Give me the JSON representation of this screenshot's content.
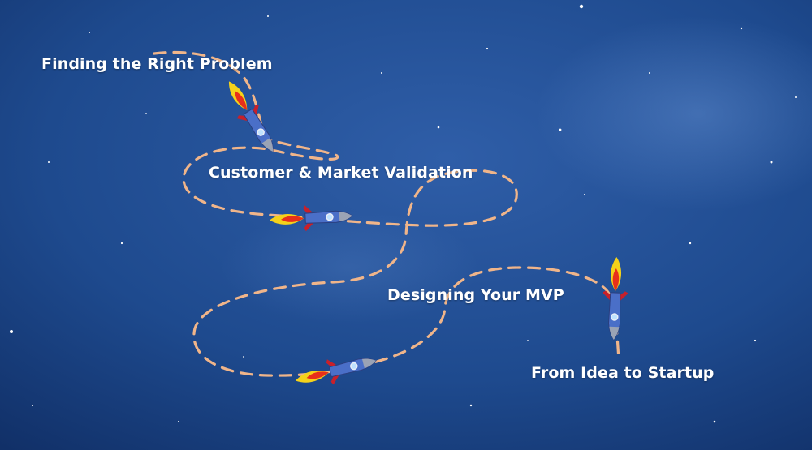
{
  "colors": {
    "sky_light": "#2f5ea8",
    "sky_mid": "#1e4a8e",
    "sky_dark": "#0f2c62",
    "path": "#f0b58a",
    "text": "#ffffff",
    "flame_outer": "#f5d21a",
    "flame_inner": "#e8301a",
    "rocket_body": "#4a6fc8",
    "rocket_fin": "#c8202a"
  },
  "stages": [
    {
      "label": "Finding the Right Problem"
    },
    {
      "label": "Customer & Market Validation"
    },
    {
      "label": "Designing Your MVP"
    },
    {
      "label": "From Idea to Startup"
    }
  ],
  "icons": [
    "rocket-icon"
  ]
}
